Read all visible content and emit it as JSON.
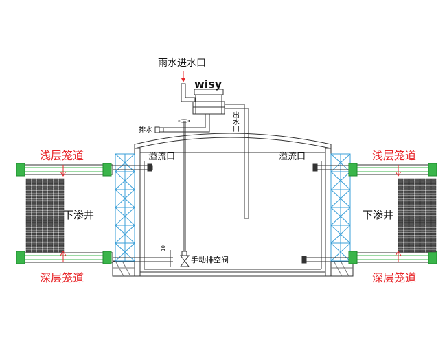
{
  "labels": {
    "rain_inlet": "雨水进水口",
    "brand": "wisy",
    "outlet": "出水口",
    "drain": "排水",
    "overflow_left": "溢流口",
    "overflow_right": "溢流口",
    "shallow_left": "浅层笼道",
    "shallow_right": "浅层笼道",
    "deep_left": "深层笼道",
    "deep_right": "深层笼道",
    "infiltration_left": "下渗井",
    "infiltration_right": "下渗井",
    "manual_valve": "手动排空阀",
    "dim_10": "10"
  },
  "colors": {
    "line": "#333333",
    "accent_red": "#e8262a",
    "truss_blue": "#3a9fd8",
    "green": "#3ab54a",
    "green_dark": "#1f8a2e",
    "module_fill": "#555555"
  }
}
